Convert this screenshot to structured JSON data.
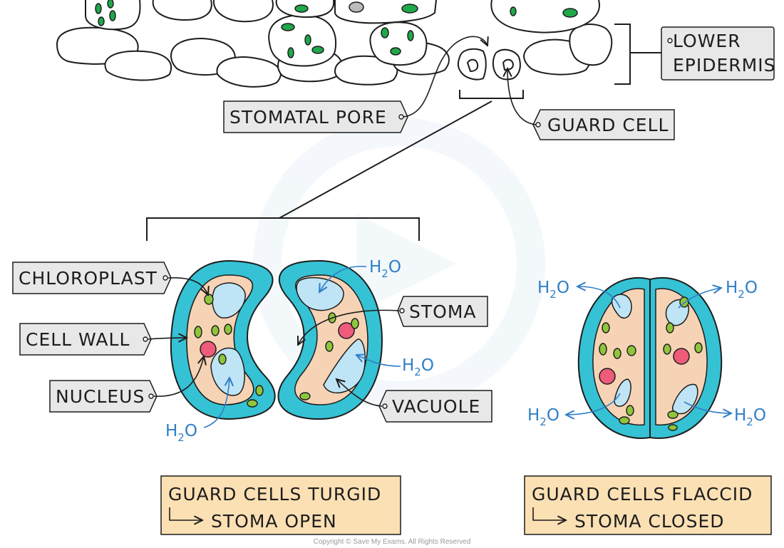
{
  "labels": {
    "lower_epidermis_line1": "LOWER",
    "lower_epidermis_line2": "EPIDERMIS",
    "stomatal_pore": "STOMATAL  PORE",
    "guard_cell": "GUARD  CELL",
    "chloroplast": "CHLOROPLAST",
    "cell_wall": "CELL  WALL",
    "nucleus": "NUCLEUS",
    "stoma": "STOMA",
    "vacuole": "VACUOLE"
  },
  "water": {
    "h": "H",
    "sub": "2",
    "o": "O"
  },
  "captions": {
    "turgid_line1": "GUARD  CELLS  TURGID",
    "turgid_line2": "STOMA  OPEN",
    "flaccid_line1": "GUARD  CELLS  FLACCID",
    "flaccid_line2": "STOMA  CLOSED"
  },
  "copyright": "Copyright © Save My Exams. All Rights Reserved",
  "colors": {
    "cell_wall": "#35c2d4",
    "cytoplasm": "#f7d3b5",
    "vacuole": "#bfe4f5",
    "chloroplast": "#8fc53c",
    "nucleus": "#ee5b7b",
    "epidermal_chloroplast": "#1fa84a",
    "label_box": "#e8e8e8",
    "caption_box": "#fbe0b4",
    "water_arrow": "#2f7fc6"
  }
}
